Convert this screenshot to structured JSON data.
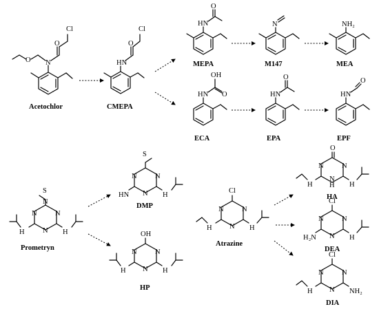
{
  "compounds": {
    "acetochlor": "Acetochlor",
    "cmepa": "CMEPA",
    "mepa": "MEPA",
    "m147": "M147",
    "mea": "MEA",
    "eca": "ECA",
    "epa": "EPA",
    "epf": "EPF",
    "prometryn": "Prometryn",
    "dmp": "DMP",
    "hp": "HP",
    "atrazine": "Atrazine",
    "ha": "HA",
    "dea": "DEA",
    "dia": "DIA"
  },
  "atoms": {
    "cl": "Cl",
    "n": "N",
    "o": "O",
    "s": "S",
    "hn": "HN",
    "nh": "NH",
    "oh": "OH",
    "h": "H",
    "nh2": "NH₂",
    "h2n": "H₂N"
  }
}
